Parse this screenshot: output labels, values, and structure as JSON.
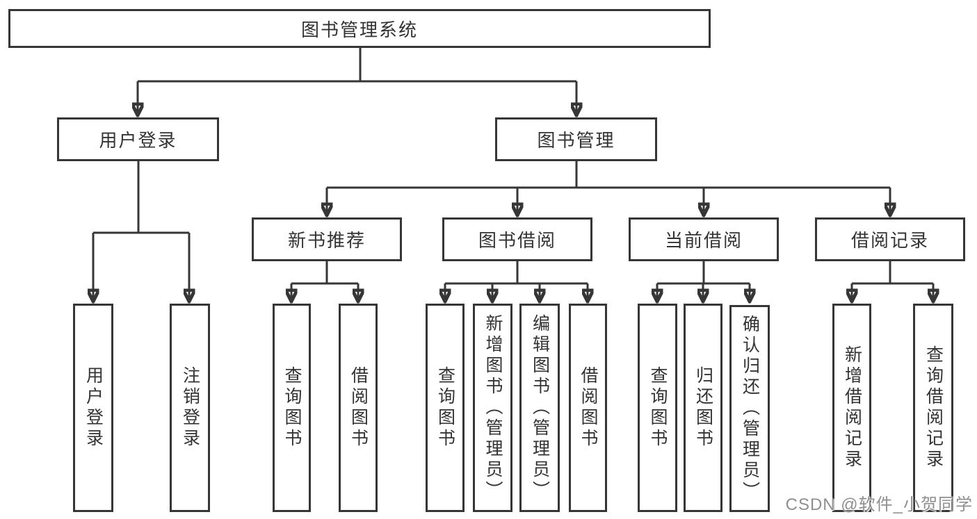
{
  "diagram": {
    "root": {
      "label": "图书管理系统"
    },
    "branches": [
      {
        "label": "用户登录",
        "children": [
          {
            "label": "用户登录"
          },
          {
            "label": "注销登录"
          }
        ]
      },
      {
        "label": "图书管理",
        "children": [
          {
            "label": "新书推荐",
            "children": [
              {
                "label": "查询图书"
              },
              {
                "label": "借阅图书"
              }
            ]
          },
          {
            "label": "图书借阅",
            "children": [
              {
                "label": "查询图书"
              },
              {
                "label": "新增图书（管理员）"
              },
              {
                "label": "编辑图书（管理员）"
              },
              {
                "label": "借阅图书"
              }
            ]
          },
          {
            "label": "当前借阅",
            "children": [
              {
                "label": "查询图书"
              },
              {
                "label": "归还图书"
              },
              {
                "label": "确认归还（管理员）"
              }
            ]
          },
          {
            "label": "借阅记录",
            "children": [
              {
                "label": "新增借阅记录"
              },
              {
                "label": "查询借阅记录"
              }
            ]
          }
        ]
      }
    ],
    "watermark": "CSDN @软件_小贺同学",
    "colors": {
      "line": "#363636",
      "text": "#333333",
      "box_background": "#ffffff",
      "background": "#ffffff",
      "watermark": "#8f8f8f"
    }
  }
}
